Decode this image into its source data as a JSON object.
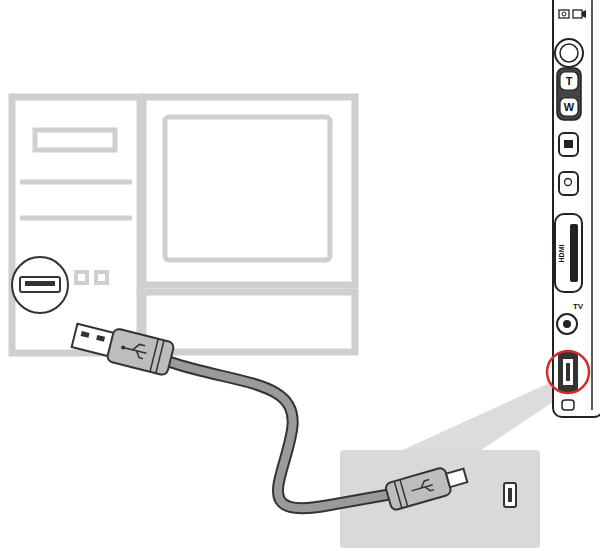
{
  "diagram": {
    "labels": [
      "T",
      "W",
      "HDMI",
      "TV"
    ]
  }
}
